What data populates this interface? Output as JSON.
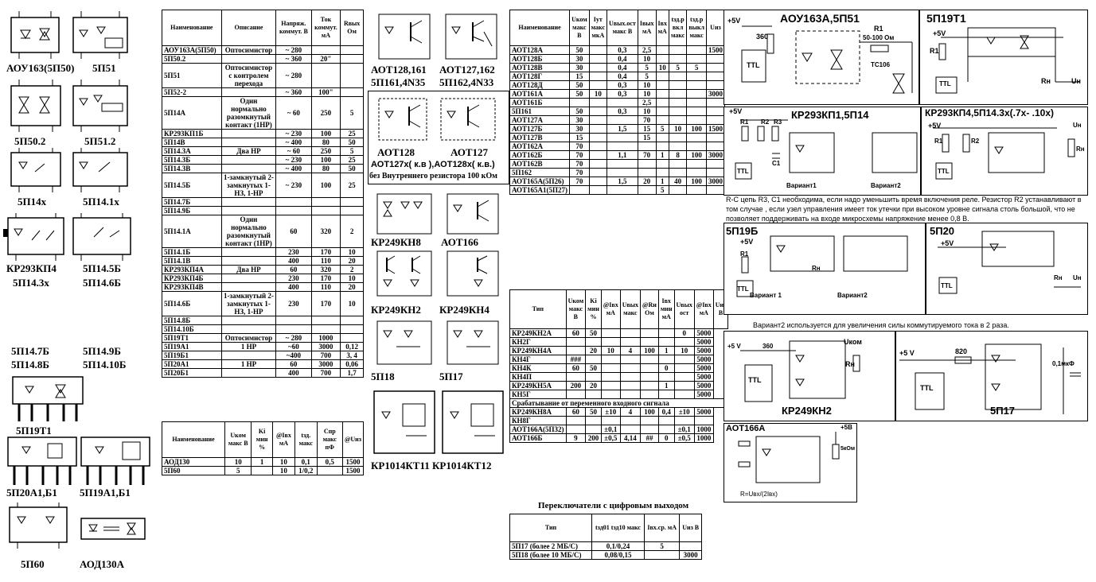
{
  "left_labels": {
    "aou163": "АОУ163(5П50)",
    "p51": "5П51",
    "p502": "5П50.2",
    "p512": "5П51.2",
    "p14x": "5П14х",
    "p141x": "5П14.1х",
    "kr293kp4": "КР293КП4",
    "p145b": "5П14.5Б",
    "p143x": "5П14.3х",
    "p146b": "5П14.6Б",
    "p147b": "5П14.7Б",
    "p149b": "5П14.9Б",
    "p148b": "5П14.8Б",
    "p1410b": "5П14.10Б",
    "p19t1": "5П19Т1",
    "p20a1": "5П20А1,Б1",
    "p19a1": "5П19А1,Б1",
    "p60": "5П60",
    "aod130": "АОД130А"
  },
  "mid_labels": {
    "aot128_161": "АОТ128,161",
    "aot127_162": "АОТ127,162",
    "p161_4n35": "5П161,4N35",
    "p162_4n33": "5П162,4N33",
    "aot128": "АОТ128",
    "aot127": "АОТ127",
    "aot127x": "АОТ127х( к.в ),АОТ128х( к.в.)",
    "bez": "без Внутреннего резистора 100 кОм",
    "kr249kn8": "КР249КН8",
    "aot166": "АОТ166",
    "kr249kn2": "КР249КН2",
    "kr249kn4": "КР249КН4",
    "p18": "5П18",
    "p17": "5П17",
    "kr1014": "КР1014КТ11 КР1014КТ12"
  },
  "table1": {
    "headers": [
      "Наименование",
      "Описание",
      "Напряж. коммут. В",
      "Ток коммут. мА",
      "Rвых Ом"
    ],
    "rows": [
      [
        "АОУ163А(5П50)",
        "Оптосимистор",
        "~ 280",
        "",
        ""
      ],
      [
        "5П50.2",
        "",
        "~ 360",
        "20\"",
        ""
      ],
      [
        "5П51",
        "Оптосимистор с контролем перехода",
        "~ 280",
        "",
        ""
      ],
      [
        "5П52-2",
        "",
        "~ 360",
        "100\"",
        ""
      ],
      [
        "5П14А",
        "Один нормально разомкнутый контакт (1НР)",
        "~ 60",
        "250",
        "5"
      ],
      [
        "КР293КП1Б",
        "",
        "~ 230",
        "100",
        "25"
      ],
      [
        "5П14В",
        "",
        "~ 400",
        "80",
        "50"
      ],
      [
        "5П14.3А",
        "Два НР",
        "~ 60",
        "250",
        "5"
      ],
      [
        "5П14.3Б",
        "",
        "~ 230",
        "100",
        "25"
      ],
      [
        "5П14.3В",
        "",
        "~ 400",
        "80",
        "50"
      ],
      [
        "5П14.5Б",
        "1-замкнутый 2-замкнутых 1-НЗ, 1-НР",
        "~ 230",
        "100",
        "25"
      ],
      [
        "5П14.7Б",
        "",
        "",
        "",
        ""
      ],
      [
        "5П14.9Б",
        "",
        "",
        "",
        ""
      ],
      [
        "5П14.1А",
        "Один нормально разомкнутый контакт (1НР)",
        "60",
        "320",
        "2"
      ],
      [
        "5П14.1Б",
        "",
        "230",
        "170",
        "10"
      ],
      [
        "5П14.1В",
        "",
        "400",
        "110",
        "20"
      ],
      [
        "КР293КП4А",
        "Два НР",
        "60",
        "320",
        "2"
      ],
      [
        "КР293КП4Б",
        "",
        "230",
        "170",
        "10"
      ],
      [
        "КР293КП4В",
        "",
        "400",
        "110",
        "20"
      ],
      [
        "5П14.6Б",
        "1-замкнутый 2-замкнутых 1-НЗ, 1-НР",
        "230",
        "170",
        "10"
      ],
      [
        "5П14.8Б",
        "",
        "",
        "",
        ""
      ],
      [
        "5П14.10Б",
        "",
        "",
        "",
        ""
      ],
      [
        "5П19Т1",
        "Оптосимистор",
        "~ 280",
        "1000",
        ""
      ],
      [
        "5П19А1",
        "1 НР",
        "~60",
        "3000",
        "0,12"
      ],
      [
        "5П19Б1",
        "",
        "~400",
        "700",
        "3, 4"
      ],
      [
        "5П20А1",
        "1 НР",
        "60",
        "3000",
        "0,06"
      ],
      [
        "5П20Б1",
        "",
        "400",
        "700",
        "1,7"
      ]
    ]
  },
  "table2": {
    "headers": [
      "Наименование",
      "Uком макс В",
      "Ki мин %",
      "@Iвх мА",
      "tзд. макс",
      "Спр макс пФ",
      "@Uиз"
    ],
    "rows": [
      [
        "АОД130",
        "10",
        "1",
        "10",
        "0,1",
        "0,5",
        "1500"
      ],
      [
        "5П60",
        "5",
        "",
        "10",
        "1/0,2",
        "",
        "1500"
      ]
    ]
  },
  "table3": {
    "headers": [
      "Наименование",
      "Uком макс В",
      "Iут макс мкА",
      "Uвых.ост макс В",
      "Iвых мА",
      "Iвх мА",
      "tзд.р вкл макс",
      "tзд.р выкл макс",
      "Uиз"
    ],
    "rows": [
      [
        "АОТ128А",
        "50",
        "",
        "0,3",
        "2,5",
        "",
        "",
        "",
        "1500"
      ],
      [
        "АОТ128Б",
        "30",
        "",
        "0,4",
        "10",
        "",
        "",
        "",
        ""
      ],
      [
        "АОТ128В",
        "30",
        "",
        "0,4",
        "5",
        "10",
        "5",
        "5",
        ""
      ],
      [
        "АОТ128Г",
        "15",
        "",
        "0,4",
        "5",
        "",
        "",
        "",
        ""
      ],
      [
        "АОТ128Д",
        "50",
        "",
        "0,3",
        "10",
        "",
        "",
        "",
        ""
      ],
      [
        "АОТ161А",
        "50",
        "10",
        "0,3",
        "10",
        "",
        "",
        "",
        "3000"
      ],
      [
        "АОТ161Б",
        "",
        "",
        "",
        "2,5",
        "",
        "",
        "",
        ""
      ],
      [
        "5П161",
        "50",
        "",
        "0,3",
        "10",
        "",
        "",
        "",
        ""
      ],
      [
        "АОТ127А",
        "30",
        "",
        "",
        "70",
        "",
        "",
        "",
        ""
      ],
      [
        "АОТ127Б",
        "30",
        "",
        "1,5",
        "15",
        "5",
        "10",
        "100",
        "1500"
      ],
      [
        "АОТ127В",
        "15",
        "",
        "",
        "15",
        "",
        "",
        "",
        ""
      ],
      [
        "АОТ162А",
        "70",
        "",
        "",
        "",
        "",
        "",
        "",
        ""
      ],
      [
        "АОТ162Б",
        "70",
        "",
        "1,1",
        "70",
        "1",
        "8",
        "100",
        "3000"
      ],
      [
        "АОТ162В",
        "70",
        "",
        "",
        "",
        "",
        "",
        "",
        ""
      ],
      [
        "5П162",
        "70",
        "",
        "",
        "",
        "",
        "",
        "",
        ""
      ],
      [
        "АОТ165А(5П26)",
        "70",
        "",
        "1,5",
        "20",
        "1",
        "40",
        "100",
        "3000"
      ],
      [
        "АОТ165А1(5П27)",
        "",
        "",
        "",
        "",
        "5",
        "",
        "",
        ""
      ]
    ]
  },
  "table4": {
    "headers": [
      "Тип",
      "Uком макс В",
      "Ki мин %",
      "@Iвх мА",
      "Uвых макс",
      "@Rн Ом",
      "Iвх мин мА",
      "Uвых ост",
      "@Iвх мА",
      "Uиз В"
    ],
    "rows": [
      [
        "КР249КН2А",
        "60",
        "50",
        "",
        "",
        "",
        "",
        "0",
        "5000"
      ],
      [
        "КН2Г",
        "",
        "",
        "",
        "",
        "",
        "",
        "",
        "5000"
      ],
      [
        "КР249КН4А",
        "",
        "20",
        "10",
        "4",
        "100",
        "1",
        "10",
        "5000"
      ],
      [
        "КН4Г",
        "###",
        "",
        "",
        "",
        "",
        "",
        "",
        "5000"
      ],
      [
        "КН4К",
        "60",
        "50",
        "",
        "",
        "",
        "0",
        "",
        "5000"
      ],
      [
        "КН4П",
        "",
        "",
        "",
        "",
        "",
        "",
        "",
        "5000"
      ],
      [
        "КР249КН5А",
        "200",
        "20",
        "",
        "",
        "",
        "1",
        "",
        "5000"
      ],
      [
        "КН5Г",
        "",
        "",
        "",
        "",
        "",
        "",
        "",
        "5000"
      ]
    ],
    "section": "Срабатывание от переменного входного сигнала",
    "rows2": [
      [
        "КР249КН8А",
        "60",
        "50",
        "±10",
        "4",
        "100",
        "0,4",
        "±10",
        "5000"
      ],
      [
        "КН8Г",
        "",
        "",
        "",
        "",
        "",
        "",
        "",
        ""
      ],
      [
        "АОТ166А(5П32)",
        "",
        "",
        "±0,1",
        "",
        "",
        "",
        "±0,1",
        "1000"
      ],
      [
        "АОТ166Б",
        "9",
        "200",
        "±0,5",
        "4,14",
        "##",
        "0",
        "±0,5",
        "1000"
      ]
    ]
  },
  "table5": {
    "title": "Переключатели с цифровым выходом",
    "headers": [
      "Тип",
      "tзд01 tзд10 макс",
      "Iвх.ср. мА",
      "Uиз В"
    ],
    "rows": [
      [
        "5П17 (более 2 МБ/С)",
        "0,1/0,24",
        "5",
        ""
      ],
      [
        "5П18 (более 10 МБ/С)",
        "0,08/0,15",
        "",
        "3000"
      ]
    ]
  },
  "schematics": {
    "aou163_title": "АОУ163А,5П51",
    "p19t1_title": "5П19Т1",
    "kr293kp1_title": "КР293КП1,5П14",
    "kr293kp4_title": "КР293КП4,5П14.3х(.7х- .10х)",
    "p19b_title": "5П19Б",
    "p20_title": "5П20",
    "variant1": "Вариант1",
    "variant2": "Вариант2",
    "variant1b": "Вариант 1",
    "variant2b": "Вариант2",
    "note_rc": "R-C цепь R3, C1 необходима, если надо уменьшить время включения реле. Резистор R2 устанавливают в том случае , если узел управления имеет ток утечки при высоком уровне сигнала столь большой, что не позволяет поддерживать на входе микросхемы напряжение менее 0,8 В.",
    "note_v2": "Вариант2 используется для увеличения силы коммутируемого тока в 2 раза.",
    "kr249kn2_title": "КР249КН2",
    "p17_title": "5П17",
    "aot166a_title": "АОТ166А",
    "ttl": "TTL",
    "r1": "R1",
    "r1_val": "50-100 Ом",
    "tc106": "TC106",
    "r360": "360",
    "p5v": "+5V",
    "p5v_b": "+5 V",
    "r820": "820",
    "c01": "0,1мкФ",
    "ukom": "Uком",
    "rn": "Rн",
    "un": "Uн",
    "c1": "C1",
    "r2": "R2",
    "r3": "R3",
    "p5b": "+5В",
    "r5kom": "5кОм",
    "formula": "R=Uвх/(2Iвх)"
  }
}
